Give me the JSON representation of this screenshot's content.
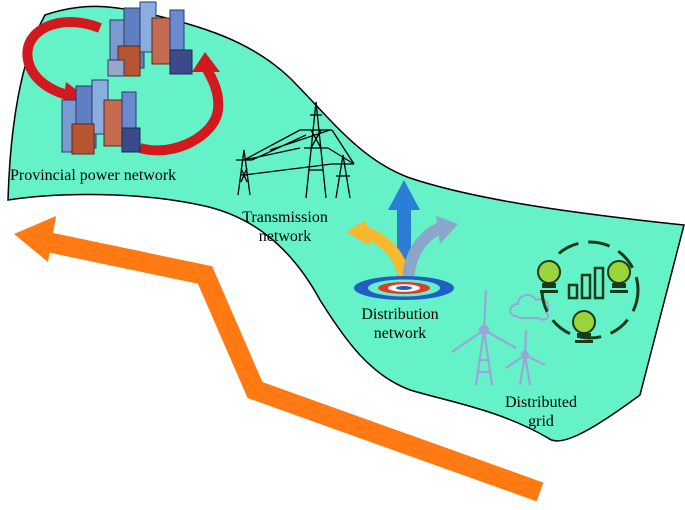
{
  "labels": {
    "provincial": "Provincial power network",
    "transmission": [
      "Transmission",
      "network"
    ],
    "distribution": [
      "Distribution",
      "network"
    ],
    "distributed": [
      "Distributed",
      "grid"
    ]
  },
  "colors": {
    "ribbon_fill": "#66f2c8",
    "ribbon_stroke": "#000000",
    "orange_arrow": "#ff7a12",
    "red_arrows": "#e0202a",
    "arrow_blue": "#2a7fd4",
    "arrow_yellow": "#f5b82e",
    "arrow_gray": "#8aa6c8",
    "target_blue": "#1f5fc4",
    "target_red": "#e03a2a",
    "turbine": "#9aa6d8",
    "bulb_green": "#9ad43a",
    "bulb_dark": "#1a3a1a"
  },
  "icons": [
    "city-buildings-icon",
    "cycle-arrows-icon",
    "transmission-tower-icon",
    "direction-arrows-icon",
    "target-icon",
    "wind-turbine-icon",
    "cloud-icon",
    "lightbulb-icon",
    "bar-chart-icon"
  ]
}
